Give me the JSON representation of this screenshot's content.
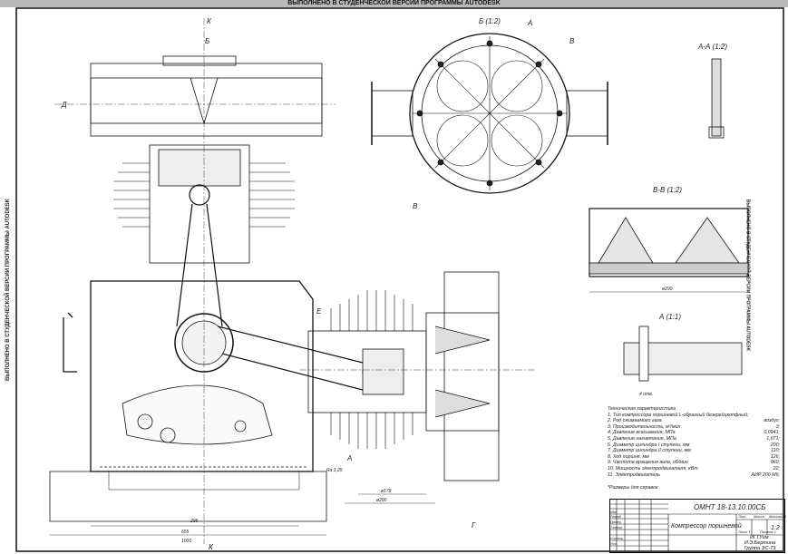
{
  "banner": "ВЫПОЛНЕНО В СТУДЕНЧЕСКОЙ ВЕРСИИ ПРОГРАММЫ AUTODESK",
  "side_left": "ВЫПОЛНЕНО В СТУДЕНЧЕСКОЙ ВЕРСИИ ПРОГРАММЫ AUTODESK",
  "side_right": "ВЫПОЛНЕНО В СТУДЕНЧЕСКОЙ ВЕРСИИ ПРОГРАММЫ AUTODESK",
  "views": {
    "b": "Б (1:2)",
    "aa": "А-А (1:2)",
    "vv": "В-В (1:2)",
    "a": "А (1:1)"
  },
  "markers": {
    "k_top": "К",
    "b": "Б",
    "d": "Д",
    "a1": "А",
    "a2": "А",
    "v1": "В",
    "v2": "В",
    "g": "Г",
    "e": "Е",
    "k_bottom": "К"
  },
  "tech": {
    "title": "Техническая характеристика",
    "items": [
      {
        "label": "1. Тип компрессора поршневой L-образный безкрейцкопфный;",
        "value": ""
      },
      {
        "label": "2. Род сжимаемого газа",
        "value": "воздух;"
      },
      {
        "label": "3. Производительность, м³/мин",
        "value": "3;"
      },
      {
        "label": "4. Давление всасывания, МПа",
        "value": "0,0941;"
      },
      {
        "label": "5. Давление нагнетания, МПа",
        "value": "1,071;"
      },
      {
        "label": "6. Диаметр цилиндра I ступени, мм",
        "value": "200;"
      },
      {
        "label": "7. Диаметр цилиндра II ступени, мм",
        "value": "110;"
      },
      {
        "label": "8. Ход поршня, мм",
        "value": "126;"
      },
      {
        "label": "9. Частота вращения вала, об/мин",
        "value": "960;"
      },
      {
        "label": "10. Мощность электродвигателя, кВт",
        "value": "22;"
      },
      {
        "label": "11. Электродвигатель",
        "value": "АИР 200 М6;"
      }
    ],
    "note": "*Размеры для справок"
  },
  "title_block": {
    "designation": "ОМНТ 18-13.10.00СБ",
    "name": "Компрессор поршневой",
    "lit": "Лит.",
    "mass": "Масса",
    "scale_label": "Масштаб",
    "scale": "1:2",
    "sheet": "Лист 1",
    "sheets": "Листов 1",
    "org": "ИГТУим. И.Э.Бертина Группа ЭС-73",
    "roles": [
      "Изм.",
      "Разраб.",
      "Провер.",
      "Т.контр.",
      "Н.контр.",
      "Утв."
    ]
  },
  "dims": [
    "1000",
    "655",
    "295",
    "ø200",
    "ø178",
    "ø290",
    "4 отв.",
    "Ra 1,25"
  ]
}
